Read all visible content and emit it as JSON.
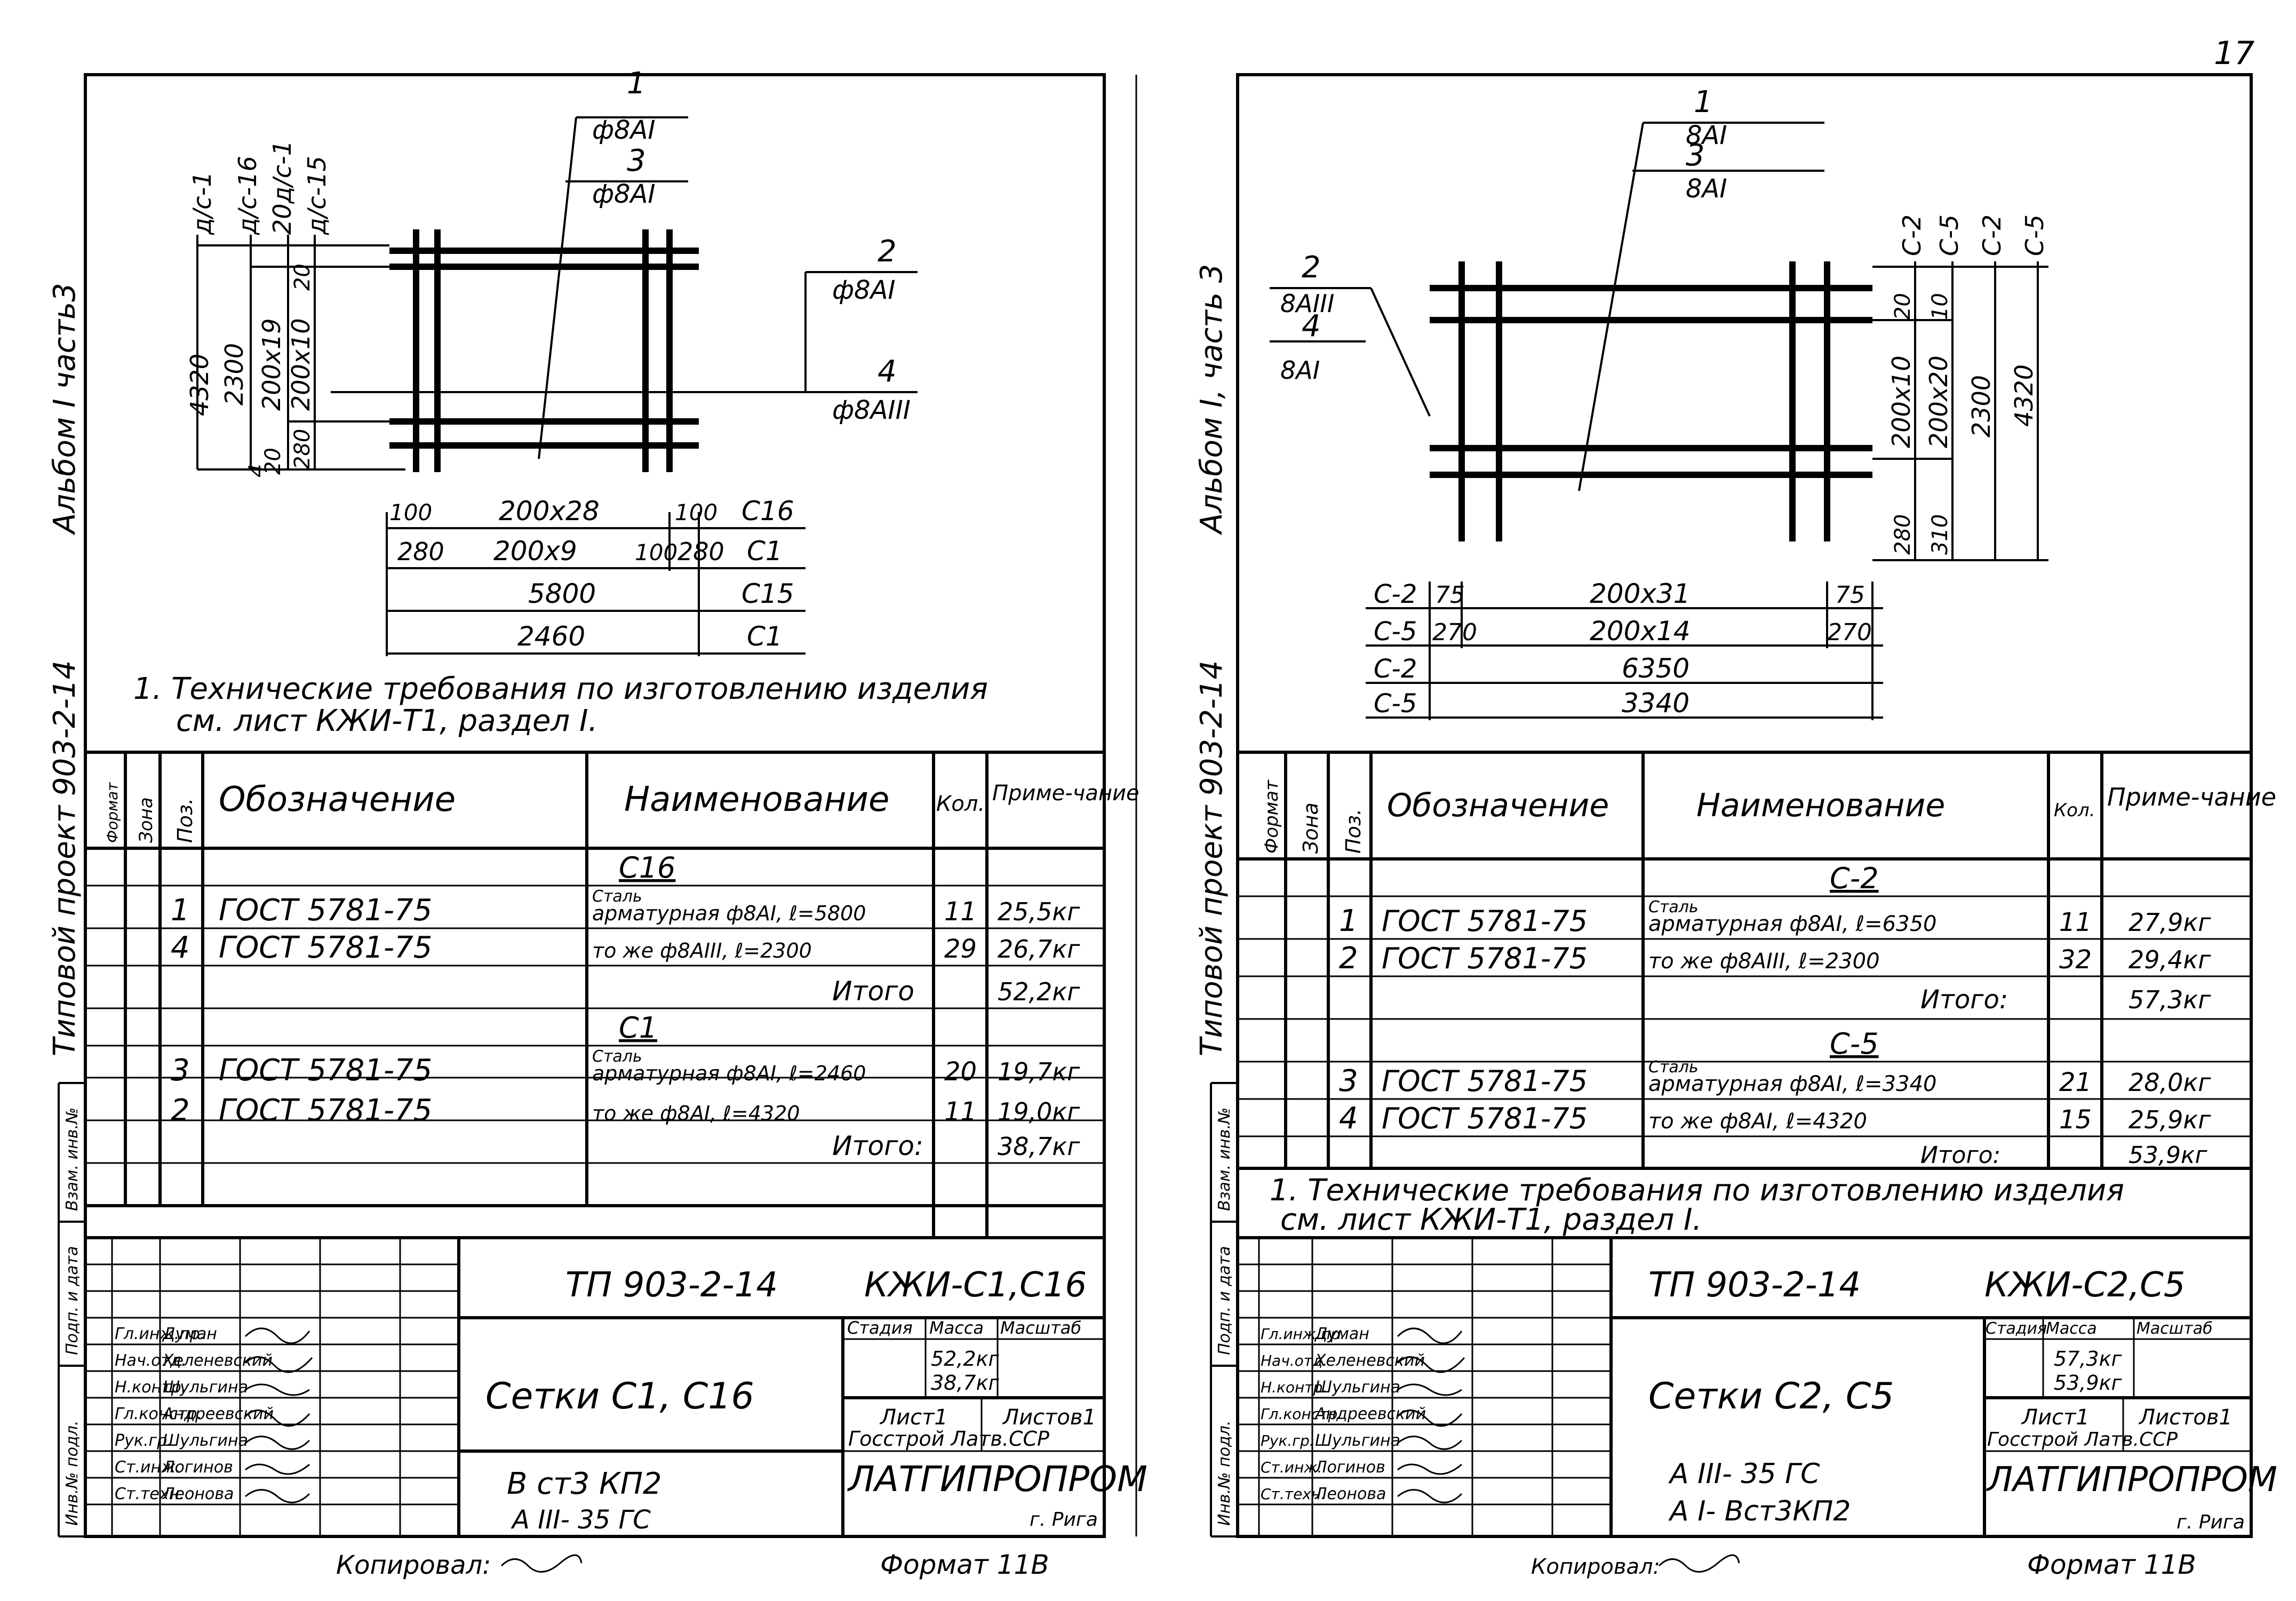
{
  "page_number": "17",
  "left": {
    "side_stamp": {
      "album": "Альбом I часть3",
      "project": "Типовой проект 903-2-14",
      "field1": "Инв.№ подл.",
      "field2": "Подп. и дата",
      "field3": "Взам. инв.№"
    },
    "callouts": {
      "c1_num": "1",
      "c1_spec": "ф8АI",
      "c3_num": "3",
      "c3_spec": "ф8АI",
      "c2_num": "2",
      "c2_spec": "ф8АI",
      "c4_num": "4",
      "c4_spec": "ф8АIII"
    },
    "vert_dims": {
      "headers": [
        "д/с-1",
        "д/с-16",
        "20д/с-1",
        "д/с-15"
      ],
      "d1": "4320",
      "d2": "2300",
      "d3": "200х19",
      "d4": "200х10",
      "d5": "20",
      "d6": "20",
      "d7": "280",
      "d8": "4"
    },
    "horiz_dims": {
      "r1a": "100",
      "r1b": "200х28",
      "r1c": "100",
      "r1d": "С16",
      "r2a": "280",
      "r2b": "200х9",
      "r2c": "100",
      "r2d": "280",
      "r2e": "С1",
      "r3a": "5800",
      "r3b": "С15",
      "r4a": "2460",
      "r4b": "С1"
    },
    "note": [
      "1. Технические требования по изготовлению изделия",
      "см. лист КЖИ-Т1, раздел I."
    ],
    "table": {
      "headers": {
        "format": "Формат",
        "zone": "Зона",
        "pos": "Поз.",
        "designation": "Обозначение",
        "name": "Наименование",
        "qty": "Кол.",
        "note": "Приме-чание"
      },
      "group1": "С16",
      "r1": {
        "pos": "1",
        "doc": "ГОСТ 5781-75",
        "name_top": "Сталь",
        "name": "арматурная ф8АI, ℓ=5800",
        "qty": "11",
        "note": "25,5кг"
      },
      "r2": {
        "pos": "4",
        "doc": "ГОСТ 5781-75",
        "name": "то же ф8АIII, ℓ=2300",
        "qty": "29",
        "note": "26,7кг"
      },
      "total1": {
        "label": "Итого",
        "value": "52,2кг"
      },
      "group2": "С1",
      "r3": {
        "pos": "3",
        "doc": "ГОСТ 5781-75",
        "name_top": "Сталь",
        "name": "арматурная ф8АI, ℓ=2460",
        "qty": "20",
        "note": "19,7кг"
      },
      "r4": {
        "pos": "2",
        "doc": "ГОСТ 5781-75",
        "name": "то же ф8АI, ℓ=4320",
        "qty": "11",
        "note": "19,0кг"
      },
      "total2": {
        "label": "Итого:",
        "value": "38,7кг"
      }
    },
    "title_block": {
      "code": "ТП 903-2-14",
      "sheet_code": "КЖИ-С1,С16",
      "title": "Сетки С1, С16",
      "material1": "В ст3 КП2",
      "material2": "А III- 35 ГС",
      "stage": "Стадия",
      "mass": "Масса",
      "scale": "Масштаб",
      "mass1": "52,2кг",
      "mass2": "38,7кг",
      "sheet": "Лист1",
      "sheets": "Листов1",
      "org1": "Госстрой Латв.ССР",
      "org2": "ЛАТГИПРОПРОМ",
      "city": "г. Рига",
      "roles": [
        "Гл.инж.пр.",
        "Нач.отд.",
        "Н.контр.",
        "Гл.констр.",
        "Рук.гр.",
        "Ст.инж.",
        "Ст.техн."
      ],
      "names": [
        "Думан",
        "Хеленевский",
        "Шульгина",
        "Андреевский",
        "Шульгина",
        "Логинов",
        "Леонова"
      ],
      "copied": "Копировал:",
      "format": "Формат 11В"
    }
  },
  "right": {
    "side_stamp": {
      "album": "Альбом I, часть 3",
      "project": "Типовой проект 903-2-14",
      "field1": "Инв.№ подл.",
      "field2": "Подп. и дата",
      "field3": "Взам. инв.№"
    },
    "callouts": {
      "c1_num": "1",
      "c1_spec": "8АI",
      "c3_num": "3",
      "c3_spec": "8АI",
      "c2_num": "2",
      "c2_spec": "8АIII",
      "c4_num": "4",
      "c4_spec": "8АI"
    },
    "vert_dims": {
      "headers": [
        "С-2",
        "С-5",
        "С-2",
        "С-5"
      ],
      "d1": "200х10",
      "d2": "200х20",
      "d3": "2300",
      "d4": "4320",
      "d5": "20",
      "d6": "10",
      "d7": "280",
      "d8": "310"
    },
    "horiz_dims": {
      "r1a": "С-2",
      "r1b": "75",
      "r1c": "200х31",
      "r1d": "75",
      "r2a": "С-5",
      "r2b": "270",
      "r2c": "200х14",
      "r2d": "270",
      "r3a": "С-2",
      "r3b": "6350",
      "r4a": "С-5",
      "r4b": "3340"
    },
    "note": [
      "1. Технические требования по изготовлению изделия",
      "см. лист КЖИ-Т1, раздел I."
    ],
    "table": {
      "headers": {
        "format": "Формат",
        "zone": "Зона",
        "pos": "Поз.",
        "designation": "Обозначение",
        "name": "Наименование",
        "qty": "Кол.",
        "note": "Приме-чание"
      },
      "group1": "С-2",
      "r1": {
        "pos": "1",
        "doc": "ГОСТ 5781-75",
        "name_top": "Сталь",
        "name": "арматурная ф8АI, ℓ=6350",
        "qty": "11",
        "note": "27,9кг"
      },
      "r2": {
        "pos": "2",
        "doc": "ГОСТ 5781-75",
        "name": "то же ф8АIII, ℓ=2300",
        "qty": "32",
        "note": "29,4кг"
      },
      "total1": {
        "label": "Итого:",
        "value": "57,3кг"
      },
      "group2": "С-5",
      "r3": {
        "pos": "3",
        "doc": "ГОСТ 5781-75",
        "name_top": "Сталь",
        "name": "арматурная ф8АI, ℓ=3340",
        "qty": "21",
        "note": "28,0кг"
      },
      "r4": {
        "pos": "4",
        "doc": "ГОСТ 5781-75",
        "name": "то же ф8АI, ℓ=4320",
        "qty": "15",
        "note": "25,9кг"
      },
      "total2": {
        "label": "Итого:",
        "value": "53,9кг"
      }
    },
    "title_block": {
      "code": "ТП 903-2-14",
      "sheet_code": "КЖИ-С2,С5",
      "title": "Сетки С2, С5",
      "material1": "А III- 35 ГС",
      "material2": "А I- Вст3КП2",
      "stage": "Стадия",
      "mass": "Масса",
      "scale": "Масштаб",
      "mass1": "57,3кг",
      "mass2": "53,9кг",
      "sheet": "Лист1",
      "sheets": "Листов1",
      "org1": "Госстрой Латв.ССР",
      "org2": "ЛАТГИПРОПРОМ",
      "city": "г. Рига",
      "roles": [
        "Гл.инж.пр.",
        "Нач.отд.",
        "Н.контр.",
        "Гл.констр.",
        "Рук.гр.",
        "Ст.инж.",
        "Ст.техн."
      ],
      "names": [
        "Думан",
        "Хеленевский",
        "Шульгина",
        "Андреевский",
        "Шульгина",
        "Логинов",
        "Леонова"
      ],
      "copied": "Копировал:",
      "format": "Формат 11В"
    }
  }
}
